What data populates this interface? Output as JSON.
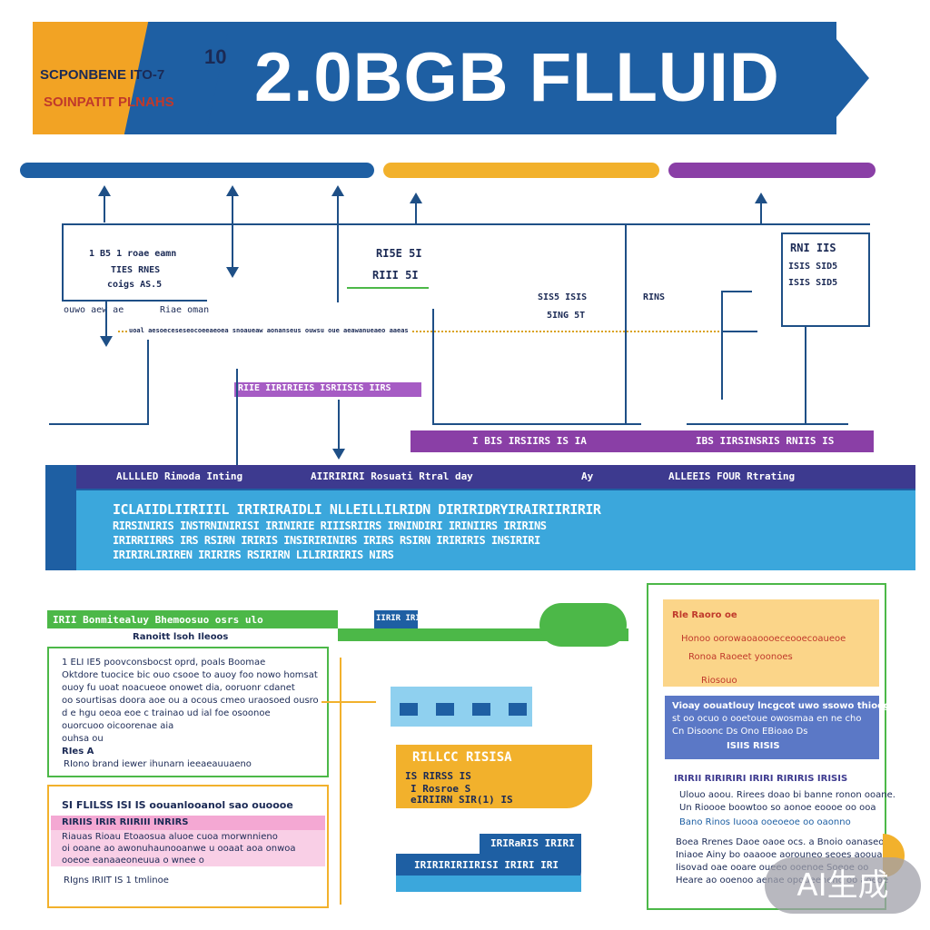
{
  "header": {
    "small_number": "10",
    "small_line1": "SCPONBENE ITO-7",
    "small_line2": "SOINPATIT PLNAHS",
    "title": "2.0BGB FLLUID"
  },
  "top_diagram": {
    "left_box": [
      "1 B5 1 roae eamn",
      "TIES RNES",
      "coigs AS.5"
    ],
    "left_sub": [
      "ouwo aew ae",
      "Riae oman"
    ],
    "mid_box": [
      "RI5E 5I",
      "RIII 5I"
    ],
    "mid_sub": [
      "SIS5 ISIS",
      "RINS",
      "5ING 5T"
    ],
    "right_box": [
      "RNI IIS",
      "ISIS SID5",
      "ISIS SID5"
    ],
    "dotted_caption": "uoal aesoeceseseocoeeaeoea snoaueaw aonanseus ouwsu oue aeawanueaeo aaeas",
    "purple_tag": "RIIE IIRIRIEIS ISRIISIS IIRS"
  },
  "purple_band": {
    "left": "I BIS IRSIIRS IS IA",
    "right": "IBS IIRSINSRIS RNIIS IS"
  },
  "big_band": {
    "labels": [
      "ALLLLED Rimoda Inting",
      "AIIRIRIRI Rosuati Rtral day",
      "Ay",
      "ALLEEIS FOUR Rtrating"
    ],
    "lines": [
      "ICLAIIDLIIRIIIL IRIRIRAIDLI NLLEILLILRIDN DIRIRIDRYIRAIRIIRIRIR",
      "RIRSINIRIS INSTRNINIRISI IRINIRIE RIIISRIIRS IRNINDIRI IRINIIRS IRIRINS",
      "IRIRRIIRRS IRS RSIRN IRIRIS INSIRIRINIRS IRIRS RSIRN IRIRIRIS INSIRIRI",
      "IRIRIRLIRIREN IRIRIRS RSIRIRN LILIRIRIRIS NIRS"
    ]
  },
  "bottom_left": {
    "header": "IRII Bonmitealuy Bhemoosuo osrs ulo",
    "subheader": "Ranoitt lsoh Ileoos",
    "para": [
      "1 ELI IE5 poovconsbocst oprd, poals Boomae",
      "Oktdore tuocice bic ouo csooe to auoy foo nowo homsat",
      "ouoy fu uoat noacueoe onowet dia, ooruonr cdanet",
      "oo sourtisas doora aoe ou a ocous cmeo uraosoed ousro",
      "d e hgu oeoa eoe c trainao ud ial foe osoonoe",
      "ouorcuoo oicoorenae aia",
      "ouhsa ou"
    ],
    "label": "RIes A",
    "footer": "RIono brand iewer ihunarn ieeaeauuaeno",
    "box2_title": "SI FLILSS ISI IS oouanlooanol sao ouoooe",
    "box2_pink": "RIRIIS IRIR RIIRIII INRIRS",
    "box2_lines": [
      "Riauas Rioau Etoaosua aluoe cuoa morwnnieno",
      "oi ooane ao awonuhaunooanwe u ooaat aoa onwoa",
      "ooeoe eanaaeoneuua o wnee o"
    ],
    "box2_footer": "RIgns IRIIT IS 1 tmlinoe"
  },
  "bottom_mid": {
    "tag": "IIRIR IRIIR",
    "yellow_title": "RILLCC RISISA",
    "yellow_lines": [
      "IS RIRSS IS",
      "I Rosroe S",
      "eIRIIRN SIR(1) IS"
    ],
    "blue_tag": "IRIRaRIS IRIRI",
    "blue_text": "IRIRIRIRIIRISI IRIRI IRI"
  },
  "bottom_right": {
    "head": "Rle Raoro oe",
    "items": [
      "Honoo oorowaoaoooeceooecoaueoe",
      "Ronoa Raoeet yoonoes",
      "Riosouo"
    ],
    "blue_lines": [
      "Vioay oouatlouy lncgcot uwo ssowo thiooge",
      "st oo ocuo o ooetoue owosmaa en ne cho",
      "Cn Disoonc Ds Ono EBioao Ds",
      "ISIIS RISIS"
    ],
    "head2": "IRIRII RIRIRIRI IRIRI RIRIRIS IRISIS",
    "list": [
      "Ulouo aoou. Rirees doao bi banne ronon ooane.",
      "Un Rioooe boowtoo so aonoe eoooe oo ooa",
      "Bano Rinos Iuooa ooeoeoe oo oaonno"
    ],
    "list2": [
      "Boea Rrenes Daoe oaoe ocs. a Bnoio oanaseoe",
      "Iniaoe Ainy bo oaaooe aorouneo seoes aoouaone",
      "Iisovad oae ooare oueeo ooenoe Soeoe oo",
      "Heare ao ooenoo aenae opoueeneno oo aoeoe"
    ]
  },
  "watermark": "AI生成",
  "colors": {
    "navy": "#1e5fa3",
    "orange": "#f2a324",
    "purple": "#8a3fa6",
    "sky": "#3ba7dc",
    "green": "#4cb848",
    "pink": "#f4a8d3"
  }
}
